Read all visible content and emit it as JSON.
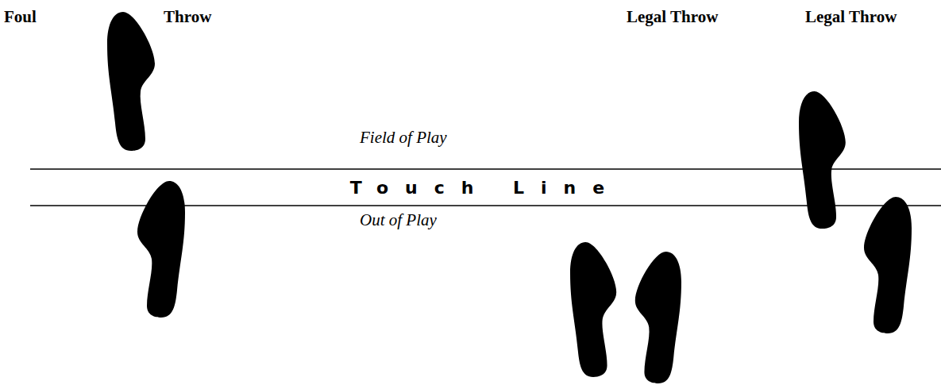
{
  "diagram": {
    "nodes": [
      {
        "text": [
          "Touch Line"
        ]
      }
    ],
    "labels": [
      "Foul",
      "Throw",
      "Legal Throw",
      "Legal Throw",
      "Field of Play",
      "Out of Play"
    ]
  }
}
